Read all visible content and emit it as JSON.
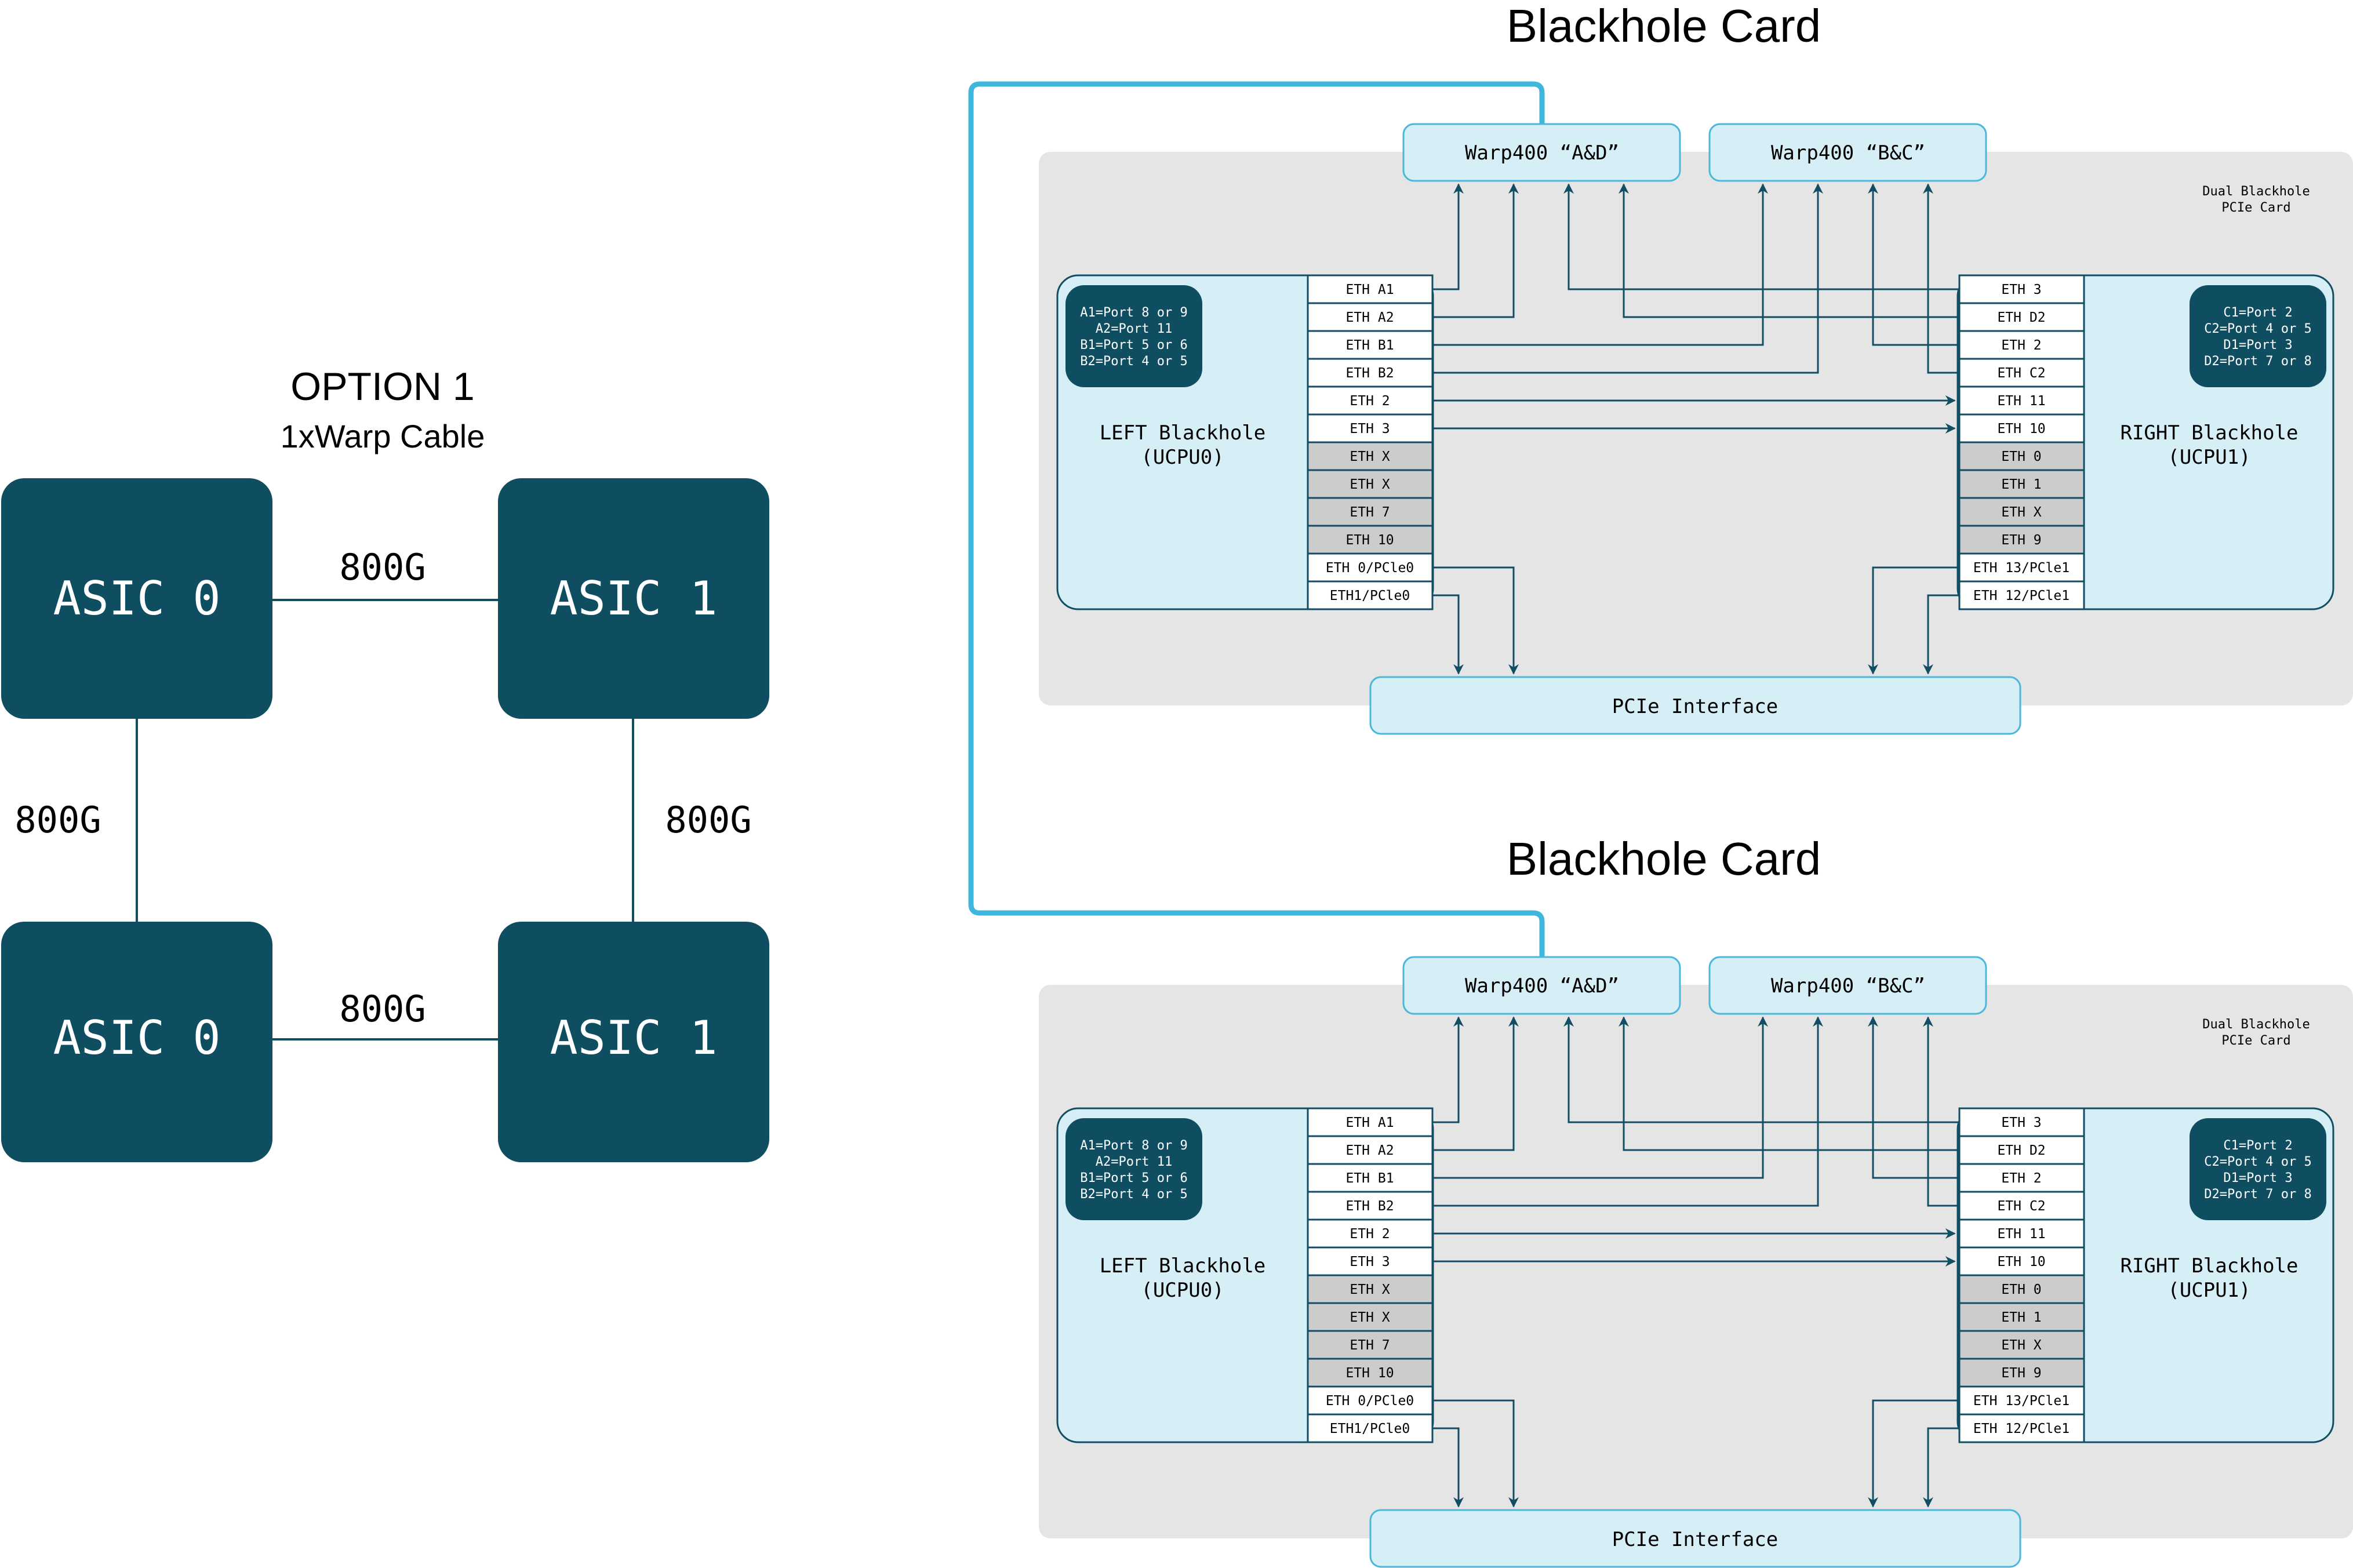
{
  "colors": {
    "asic_fill": "#0f4d61",
    "line": "#114e63",
    "cable": "#3fb6dc",
    "card_bg": "#e5e5e6",
    "chip_fill": "#d6eff7",
    "chip_border": "#114e63",
    "box_fill": "#d6eff7",
    "box_border": "#4ab7db",
    "port_active": "#ffffff",
    "port_unused": "#cccccc",
    "note_fill": "#0f4d61",
    "note_text": "#ffffff",
    "text": "#000000"
  },
  "option": {
    "title": "OPTION 1",
    "subtitle": "1xWarp Cable",
    "asics": [
      {
        "label": "ASIC 0"
      },
      {
        "label": "ASIC 1"
      },
      {
        "label": "ASIC 0"
      },
      {
        "label": "ASIC 1"
      }
    ],
    "links": [
      {
        "label": "800G",
        "from": "top-left",
        "to": "top-right"
      },
      {
        "label": "800G",
        "from": "top-left",
        "to": "bottom-left"
      },
      {
        "label": "800G",
        "from": "top-right",
        "to": "bottom-right"
      },
      {
        "label": "800G",
        "from": "bottom-left",
        "to": "bottom-right"
      }
    ]
  },
  "cards": [
    {
      "title": "Blackhole Card",
      "card_label": [
        "Dual Blackhole",
        "PCIe Card"
      ],
      "warp_ad": "Warp400 “A&D”",
      "warp_bc": "Warp400 “B&C”",
      "pcie": "PCIe Interface",
      "left": {
        "name": [
          "LEFT Blackhole",
          "(UCPU0)"
        ],
        "note": [
          "A1=Port 8 or 9",
          "A2=Port 11",
          "B1=Port 5 or 6",
          "B2=Port 4 or 5"
        ],
        "ports": [
          {
            "label": "ETH A1",
            "unused": false
          },
          {
            "label": "ETH A2",
            "unused": false
          },
          {
            "label": "ETH B1",
            "unused": false
          },
          {
            "label": "ETH B2",
            "unused": false
          },
          {
            "label": "ETH 2",
            "unused": false
          },
          {
            "label": "ETH 3",
            "unused": false
          },
          {
            "label": "ETH X",
            "unused": true
          },
          {
            "label": "ETH X",
            "unused": true
          },
          {
            "label": "ETH 7",
            "unused": true
          },
          {
            "label": "ETH 10",
            "unused": true
          },
          {
            "label": "ETH 0/PCle0",
            "unused": false
          },
          {
            "label": "ETH1/PCle0",
            "unused": false
          }
        ]
      },
      "right": {
        "name": [
          "RIGHT Blackhole",
          "(UCPU1)"
        ],
        "note": [
          "C1=Port 2",
          "C2=Port 4 or 5",
          "D1=Port 3",
          "D2=Port 7 or 8"
        ],
        "ports": [
          {
            "label": "ETH 3",
            "unused": false
          },
          {
            "label": "ETH D2",
            "unused": false
          },
          {
            "label": "ETH 2",
            "unused": false
          },
          {
            "label": "ETH C2",
            "unused": false
          },
          {
            "label": "ETH 11",
            "unused": false
          },
          {
            "label": "ETH 10",
            "unused": false
          },
          {
            "label": "ETH 0",
            "unused": true
          },
          {
            "label": "ETH 1",
            "unused": true
          },
          {
            "label": "ETH X",
            "unused": true
          },
          {
            "label": "ETH 9",
            "unused": true
          },
          {
            "label": "ETH 13/PCle1",
            "unused": false
          },
          {
            "label": "ETH 12/PCle1",
            "unused": false
          }
        ]
      },
      "connections": [
        {
          "from": "LEFT ETH A1",
          "to": "Warp400 A&D"
        },
        {
          "from": "LEFT ETH A2",
          "to": "Warp400 A&D"
        },
        {
          "from": "RIGHT ETH 3",
          "to": "Warp400 A&D"
        },
        {
          "from": "RIGHT ETH D2",
          "to": "Warp400 A&D"
        },
        {
          "from": "LEFT ETH B1",
          "to": "Warp400 B&C"
        },
        {
          "from": "LEFT ETH B2",
          "to": "Warp400 B&C"
        },
        {
          "from": "RIGHT ETH 2",
          "to": "Warp400 B&C"
        },
        {
          "from": "RIGHT ETH C2",
          "to": "Warp400 B&C"
        },
        {
          "from": "LEFT ETH 2",
          "to": "RIGHT ETH 11"
        },
        {
          "from": "LEFT ETH 3",
          "to": "RIGHT ETH 10"
        },
        {
          "from": "LEFT ETH 0/PCle0",
          "to": "PCIe Interface"
        },
        {
          "from": "LEFT ETH1/PCle0",
          "to": "PCIe Interface"
        },
        {
          "from": "RIGHT ETH 13/PCle1",
          "to": "PCIe Interface"
        },
        {
          "from": "RIGHT ETH 12/PCle1",
          "to": "PCIe Interface"
        }
      ]
    },
    {
      "title": "Blackhole Card",
      "card_label": [
        "Dual Blackhole",
        "PCIe Card"
      ],
      "warp_ad": "Warp400 “A&D”",
      "warp_bc": "Warp400 “B&C”",
      "pcie": "PCIe Interface",
      "left": {
        "name": [
          "LEFT Blackhole",
          "(UCPU0)"
        ],
        "note": [
          "A1=Port 8 or 9",
          "A2=Port 11",
          "B1=Port 5 or 6",
          "B2=Port 4 or 5"
        ],
        "ports": [
          {
            "label": "ETH A1",
            "unused": false
          },
          {
            "label": "ETH A2",
            "unused": false
          },
          {
            "label": "ETH B1",
            "unused": false
          },
          {
            "label": "ETH B2",
            "unused": false
          },
          {
            "label": "ETH 2",
            "unused": false
          },
          {
            "label": "ETH 3",
            "unused": false
          },
          {
            "label": "ETH X",
            "unused": true
          },
          {
            "label": "ETH X",
            "unused": true
          },
          {
            "label": "ETH 7",
            "unused": true
          },
          {
            "label": "ETH 10",
            "unused": true
          },
          {
            "label": "ETH 0/PCle0",
            "unused": false
          },
          {
            "label": "ETH1/PCle0",
            "unused": false
          }
        ]
      },
      "right": {
        "name": [
          "RIGHT Blackhole",
          "(UCPU1)"
        ],
        "note": [
          "C1=Port 2",
          "C2=Port 4 or 5",
          "D1=Port 3",
          "D2=Port 7 or 8"
        ],
        "ports": [
          {
            "label": "ETH 3",
            "unused": false
          },
          {
            "label": "ETH D2",
            "unused": false
          },
          {
            "label": "ETH 2",
            "unused": false
          },
          {
            "label": "ETH C2",
            "unused": false
          },
          {
            "label": "ETH 11",
            "unused": false
          },
          {
            "label": "ETH 10",
            "unused": false
          },
          {
            "label": "ETH 0",
            "unused": true
          },
          {
            "label": "ETH 1",
            "unused": true
          },
          {
            "label": "ETH X",
            "unused": true
          },
          {
            "label": "ETH 9",
            "unused": true
          },
          {
            "label": "ETH 13/PCle1",
            "unused": false
          },
          {
            "label": "ETH 12/PCle1",
            "unused": false
          }
        ]
      },
      "connections": [
        {
          "from": "LEFT ETH A1",
          "to": "Warp400 A&D"
        },
        {
          "from": "LEFT ETH A2",
          "to": "Warp400 A&D"
        },
        {
          "from": "RIGHT ETH 3",
          "to": "Warp400 A&D"
        },
        {
          "from": "RIGHT ETH D2",
          "to": "Warp400 A&D"
        },
        {
          "from": "LEFT ETH B1",
          "to": "Warp400 B&C"
        },
        {
          "from": "LEFT ETH B2",
          "to": "Warp400 B&C"
        },
        {
          "from": "RIGHT ETH 2",
          "to": "Warp400 B&C"
        },
        {
          "from": "RIGHT ETH C2",
          "to": "Warp400 B&C"
        },
        {
          "from": "LEFT ETH 2",
          "to": "RIGHT ETH 11"
        },
        {
          "from": "LEFT ETH 3",
          "to": "RIGHT ETH 10"
        },
        {
          "from": "LEFT ETH 0/PCle0",
          "to": "PCIe Interface"
        },
        {
          "from": "LEFT ETH1/PCle0",
          "to": "PCIe Interface"
        },
        {
          "from": "RIGHT ETH 13/PCle1",
          "to": "PCIe Interface"
        },
        {
          "from": "RIGHT ETH 12/PCle1",
          "to": "PCIe Interface"
        }
      ]
    }
  ],
  "warp_cable": {
    "from": "card 1 Warp400 A&D",
    "to": "card 2 Warp400 A&D"
  }
}
